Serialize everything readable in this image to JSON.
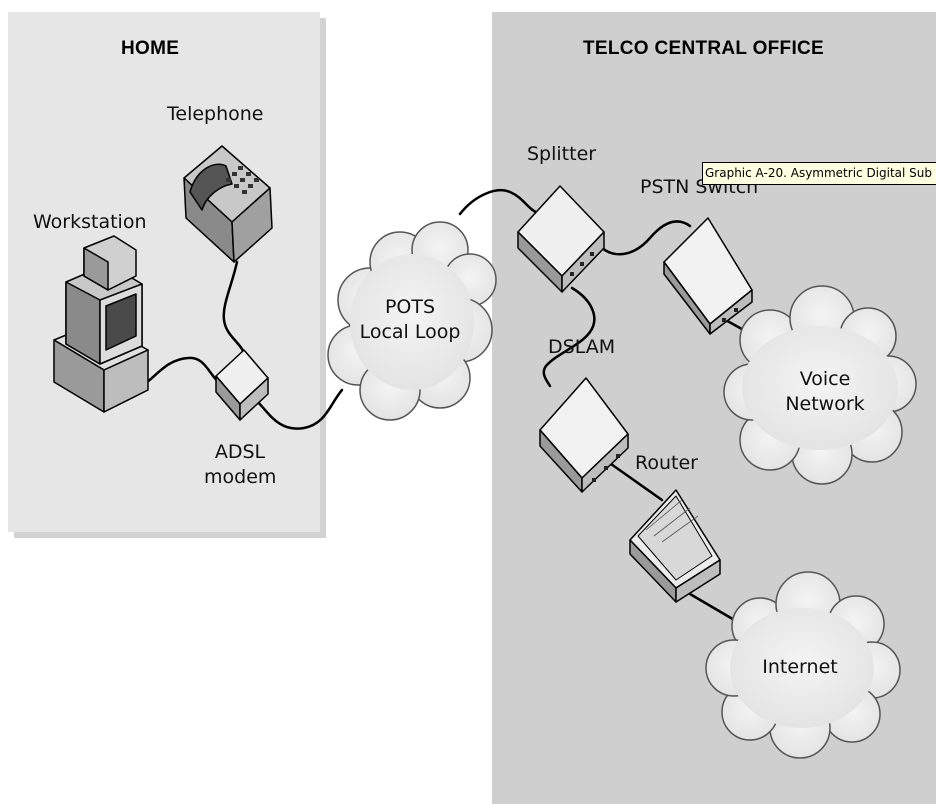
{
  "regions": {
    "home": "HOME",
    "telco": "TELCO CENTRAL OFFICE"
  },
  "devices": {
    "telephone": "Telephone",
    "workstation": "Workstation",
    "adsl_modem": "ADSL\nmodem",
    "splitter": "Splitter",
    "pstn_switch": "PSTN Switch",
    "dslam": "DSLAM",
    "router": "Router"
  },
  "clouds": {
    "pots": "POTS\nLocal Loop",
    "voice": "Voice\nNetwork",
    "internet": "Internet"
  },
  "tooltip": "Graphic A-20. Asymmetric Digital Sub"
}
